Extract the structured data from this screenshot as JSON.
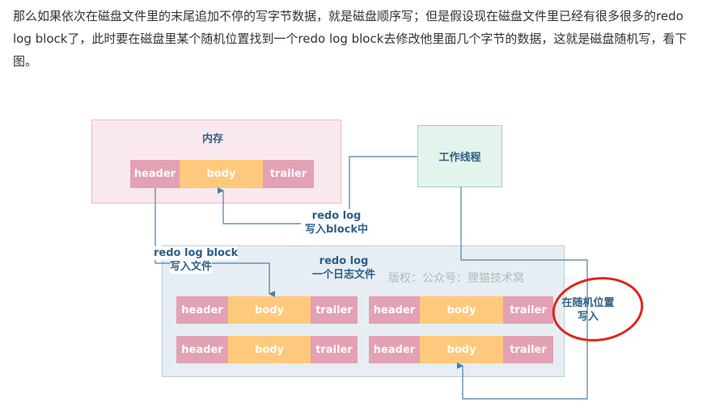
{
  "paragraph": "那么如果依次在磁盘文件里的末尾追加不停的写字节数据，就是磁盘顺序写；但是假设现在磁盘文件里已经有很多很多的redo log block了，此时要在磁盘里某个随机位置找到一个redo log block去修改他里面几个字节的数据，这就是磁盘随机写，看下图。",
  "diagram": {
    "memory_title": "内存",
    "worker": "工作线程",
    "cells": {
      "header": "header",
      "body": "body",
      "trailer": "trailer"
    },
    "label_write_block_1": "redo log",
    "label_write_block_2": "写入block中",
    "label_write_file_1": "redo log block",
    "label_write_file_2": "写入文件",
    "label_logfile_1": "redo log",
    "label_logfile_2": "一个日志文件",
    "label_random_1": "在随机位置",
    "label_random_2": "写入",
    "watermark": "版权：公众号：狸猫技术窝",
    "colors": {
      "memory_bg": "#f9e9ef",
      "worker_bg": "#e3f4ed",
      "file_bg": "#e6eef3",
      "header": "#e3a1b4",
      "body": "#fec97c",
      "arrow": "#4a7fa8",
      "annotation": "#e0261b"
    }
  }
}
